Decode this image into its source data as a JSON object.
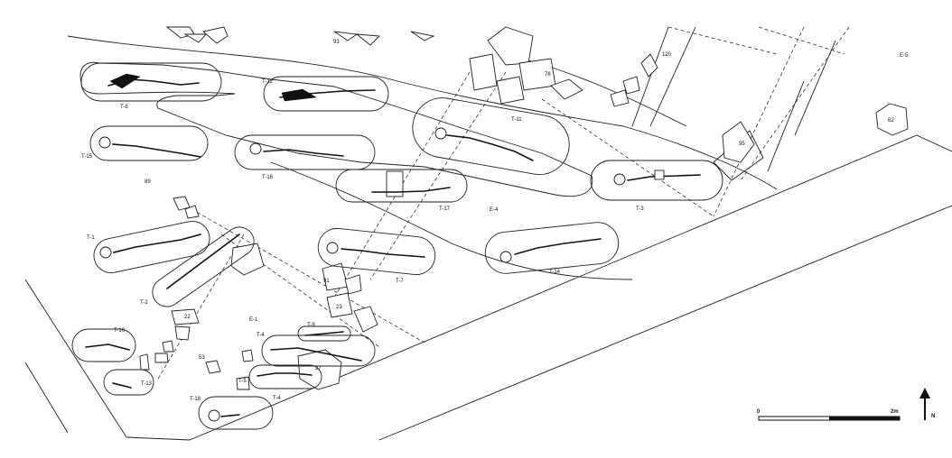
{
  "map": {
    "labels": {
      "t12": "T-12",
      "t8": "T-8",
      "t15": "T-15",
      "t16": "T-16",
      "t11": "T-11",
      "t17": "T-17",
      "t3": "T-3",
      "t1": "T-1",
      "t2": "T-2",
      "t7": "T-7",
      "t14": "T-14",
      "t9": "T-9",
      "t4a": "T-4",
      "t5": "T-5",
      "t4b": "T-4",
      "t18": "T-18",
      "t10": "T-10",
      "t13": "T-13",
      "e1": "E-1",
      "e4": "E-4",
      "e5": "E-5",
      "n93": "93",
      "n76": "76",
      "n120": "120",
      "n89": "89",
      "n95": "95",
      "n62": "62",
      "n91": "91",
      "n23": "23",
      "n22": "22",
      "n53": "53",
      "n27": "27"
    },
    "scale": {
      "start": "0",
      "end": "2m"
    },
    "north": "N"
  }
}
